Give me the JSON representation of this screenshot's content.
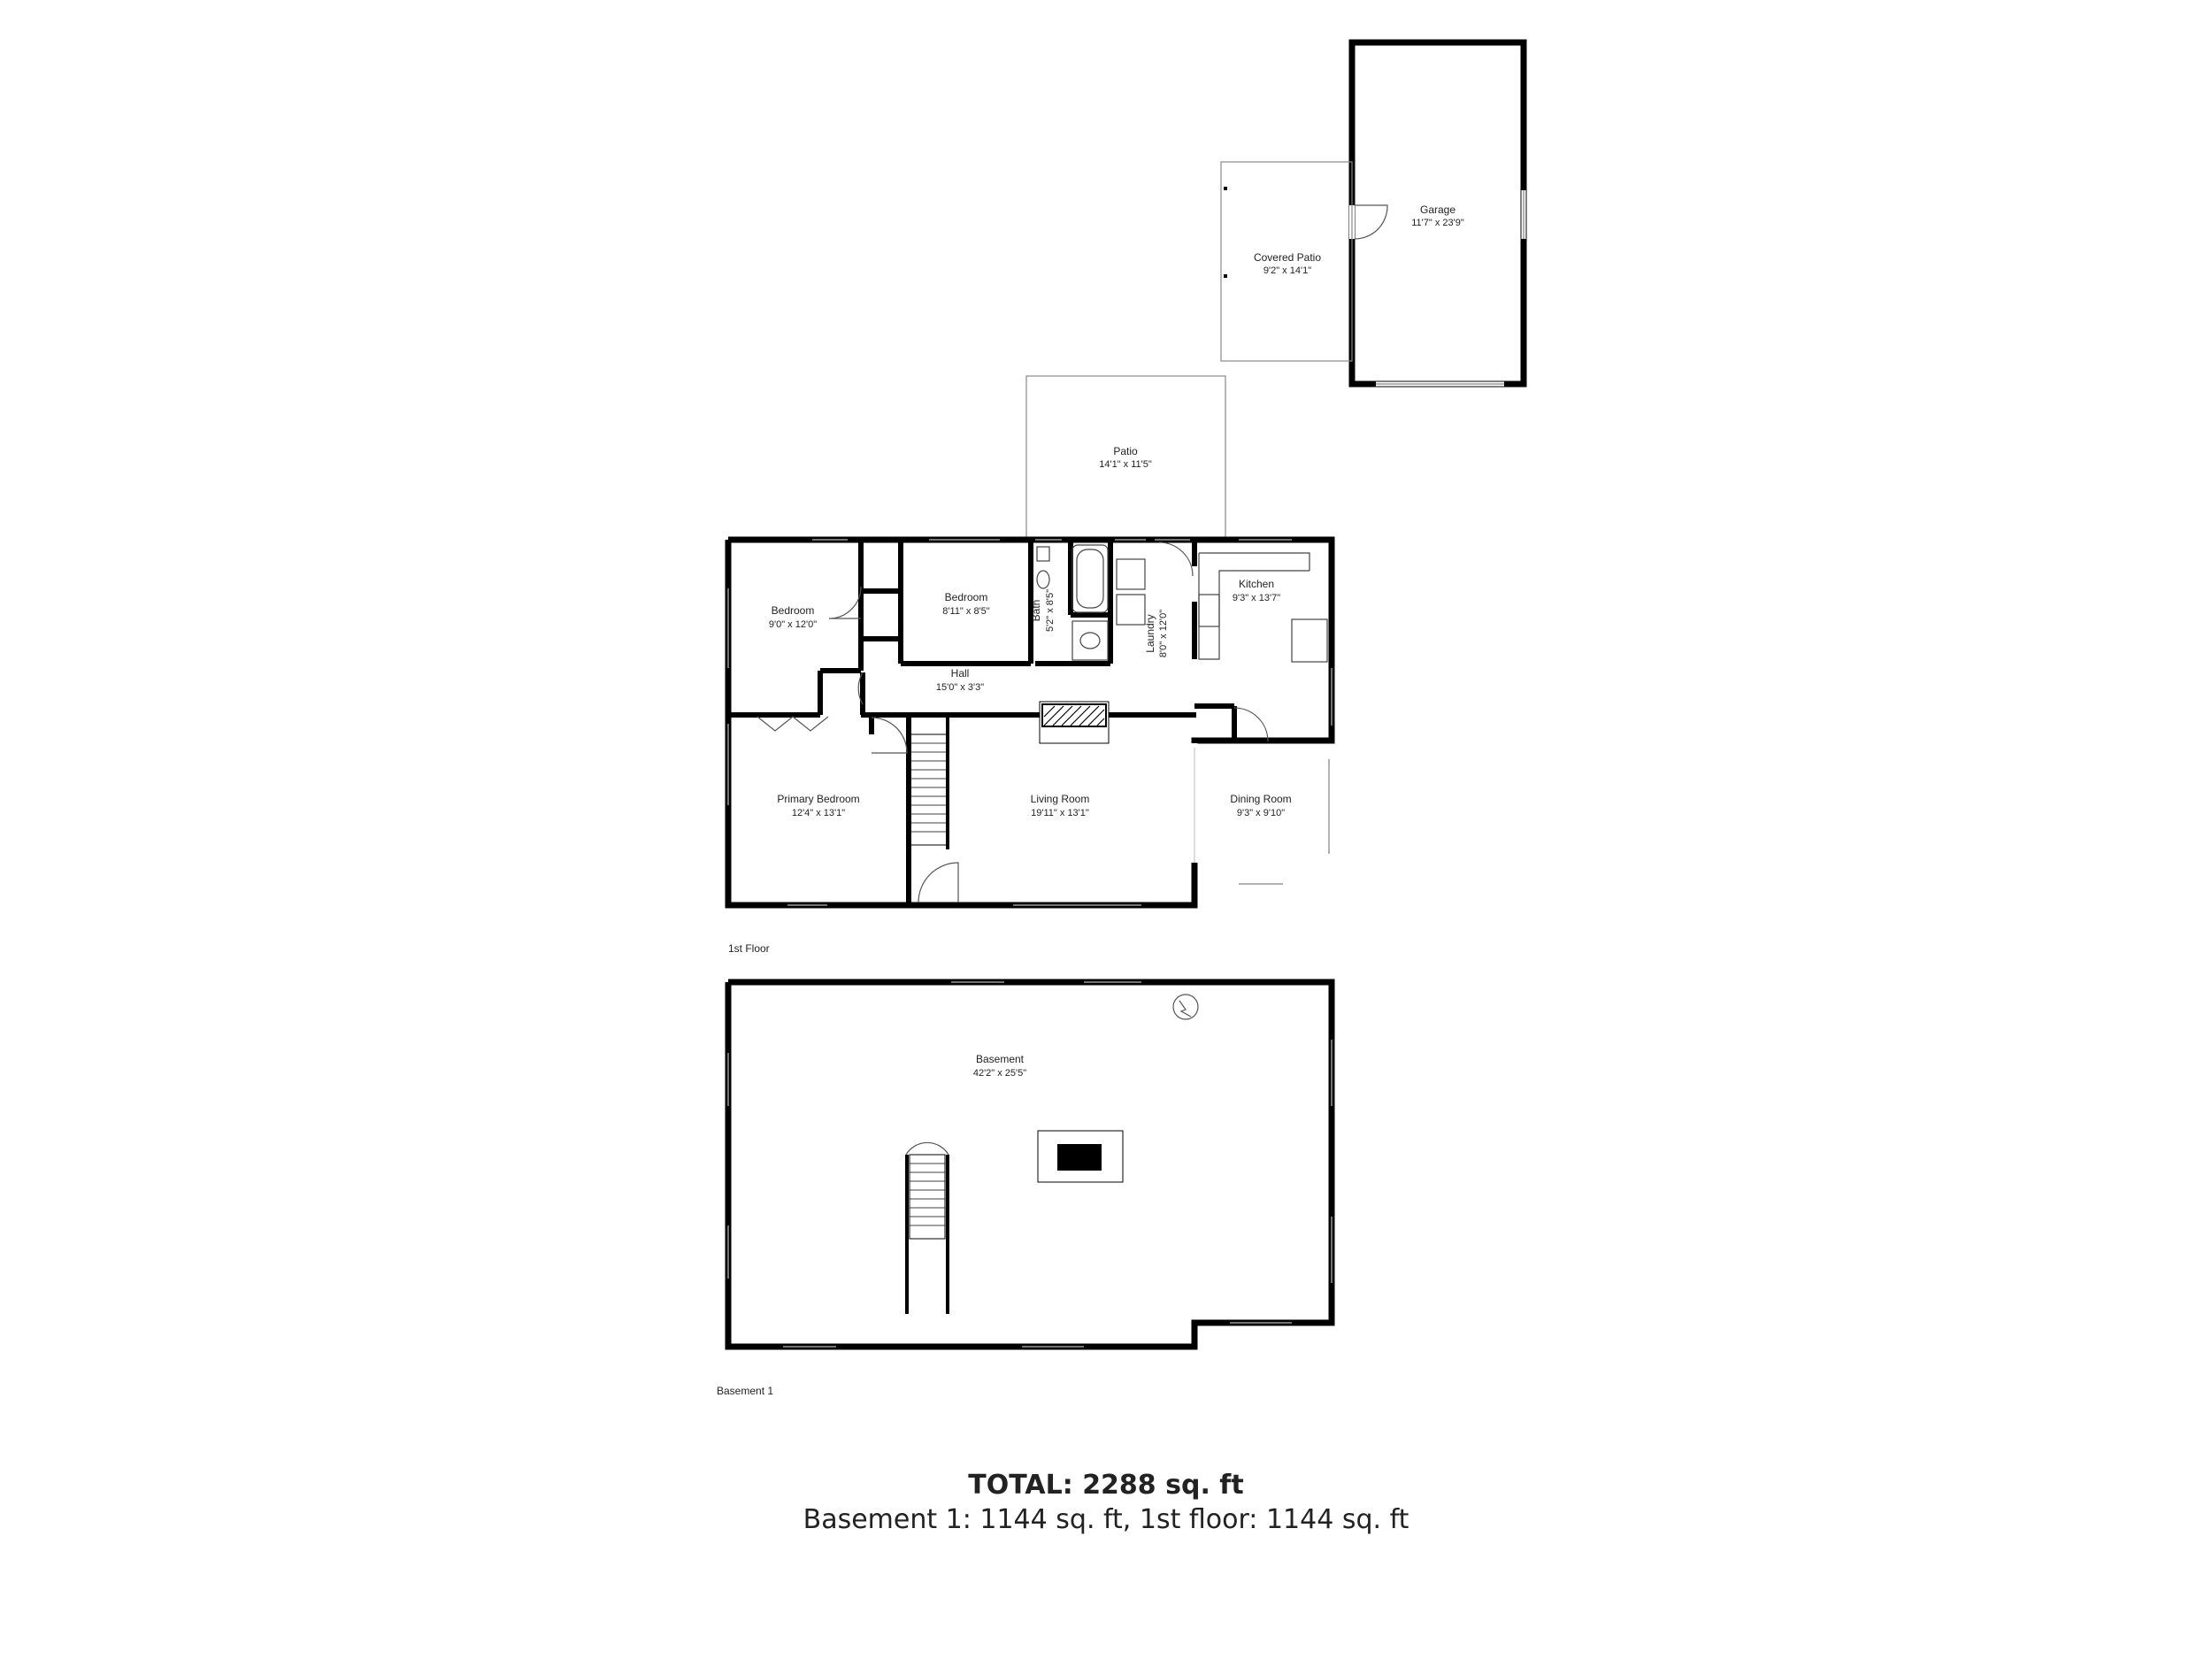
{
  "rooms": {
    "garage": {
      "name": "Garage",
      "dims": "11'7\" x 23'9\""
    },
    "covered_patio": {
      "name": "Covered Patio",
      "dims": "9'2\" x 14'1\""
    },
    "patio": {
      "name": "Patio",
      "dims": "14'1\" x 11'5\""
    },
    "bedroom_1": {
      "name": "Bedroom",
      "dims": "9'0\" x 12'0\""
    },
    "bedroom_2": {
      "name": "Bedroom",
      "dims": "8'11\" x 8'5\""
    },
    "bath": {
      "name": "Bath",
      "dims": "5'2\" x 8'5\""
    },
    "laundry": {
      "name": "Laundry",
      "dims": "8'0\" x 12'0\""
    },
    "kitchen": {
      "name": "Kitchen",
      "dims": "9'3\" x 13'7\""
    },
    "hall": {
      "name": "Hall",
      "dims": "15'0\" x 3'3\""
    },
    "primary_bedroom": {
      "name": "Primary Bedroom",
      "dims": "12'4\" x 13'1\""
    },
    "living_room": {
      "name": "Living Room",
      "dims": "19'11\" x 13'1\""
    },
    "dining_room": {
      "name": "Dining Room",
      "dims": "9'3\" x 9'10\""
    },
    "basement": {
      "name": "Basement",
      "dims": "42'2\" x 25'5\""
    }
  },
  "floors": {
    "first_floor": "1st Floor",
    "basement": "Basement 1"
  },
  "totals": {
    "label": "TOTAL:",
    "value": "2288 sq. ft",
    "breakdown": "Basement 1: 1144 sq. ft, 1st floor: 1144 sq. ft"
  }
}
